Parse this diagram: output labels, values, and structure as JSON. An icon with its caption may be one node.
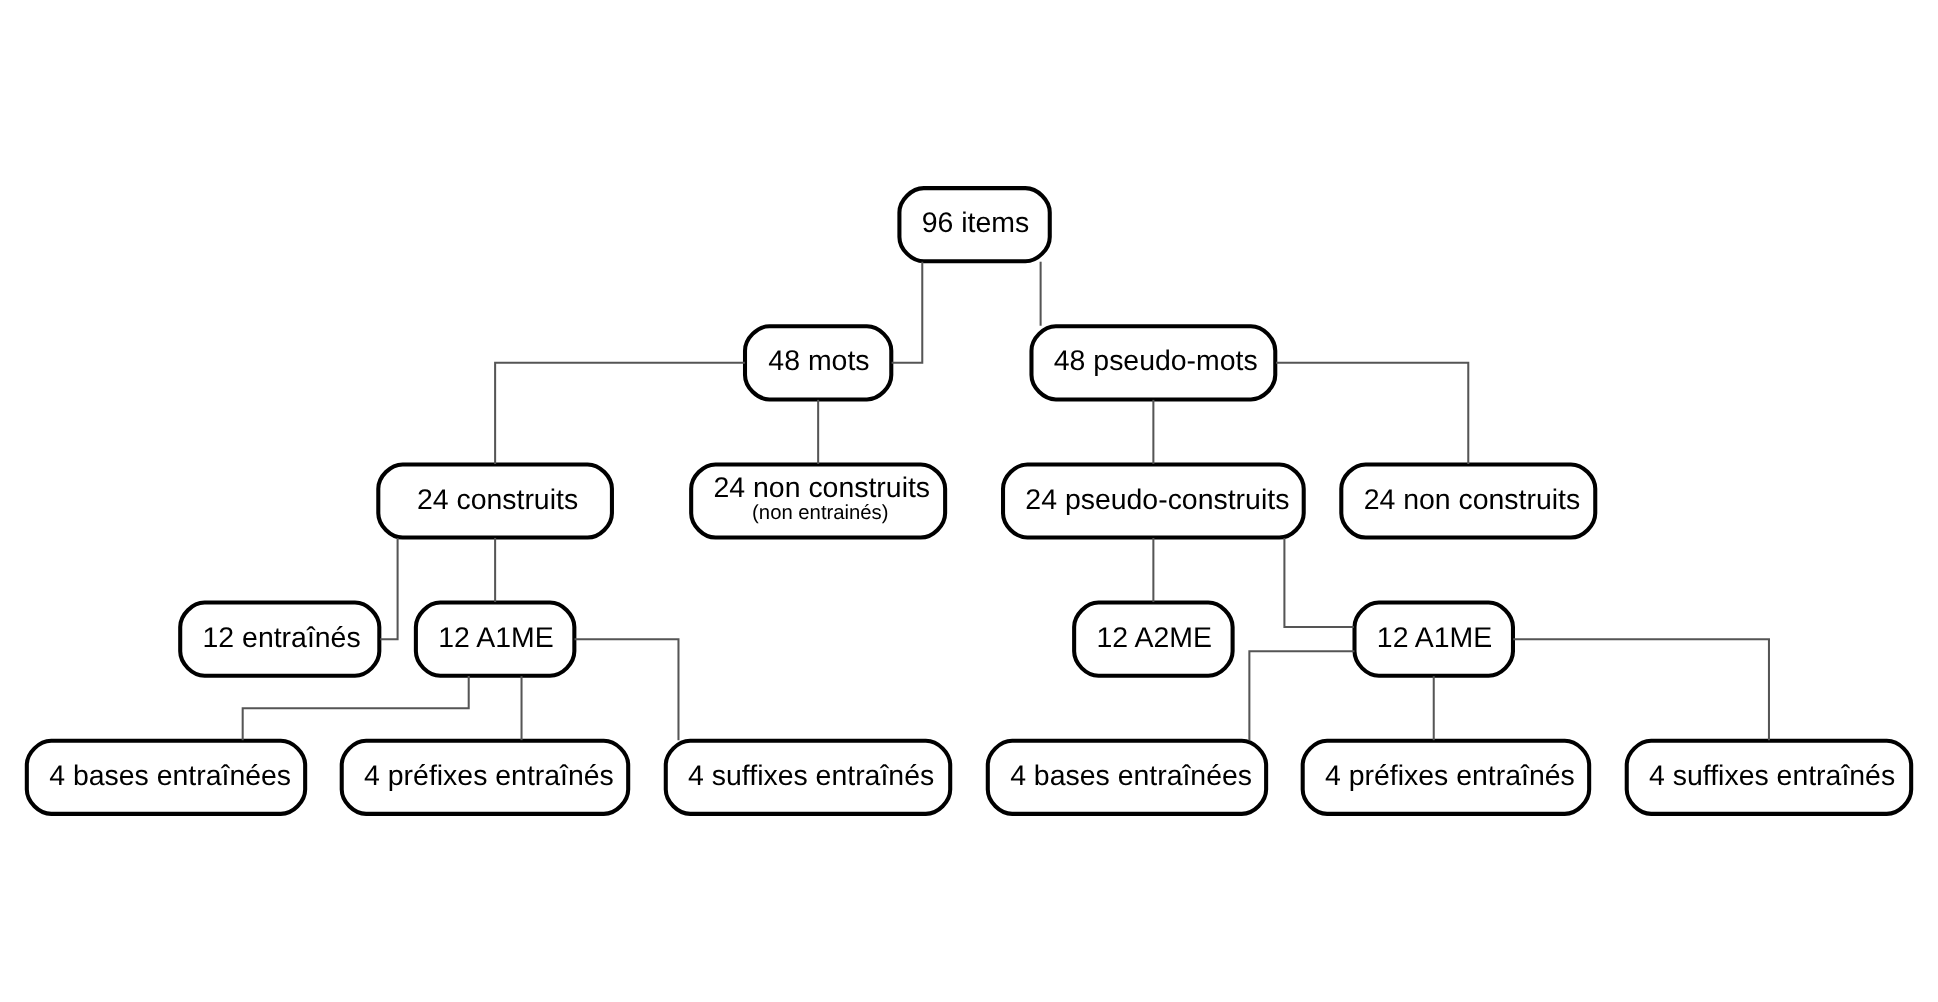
{
  "diagram": {
    "nodes": [
      {
        "text": [
          "96 items"
        ]
      },
      {
        "text": [
          "48 mots"
        ]
      },
      {
        "text": [
          "48 pseudo-mots"
        ]
      },
      {
        "text": [
          "24 construits"
        ]
      },
      {
        "text": [
          "24 non construits",
          "(non entrainés)"
        ]
      },
      {
        "text": [
          "24 pseudo-construits"
        ]
      },
      {
        "text": [
          "24 non construits"
        ]
      },
      {
        "text": [
          "12 entraînés"
        ]
      },
      {
        "text": [
          "12 A1ME"
        ]
      },
      {
        "text": [
          "12 A2ME"
        ]
      },
      {
        "text": [
          "12 A1ME"
        ]
      },
      {
        "text": [
          "4 bases entraînées"
        ]
      },
      {
        "text": [
          "4 préfixes entraînés"
        ]
      },
      {
        "text": [
          "4 suffixes entraînés"
        ]
      },
      {
        "text": [
          "4 bases entraînées"
        ]
      },
      {
        "text": [
          "4 préfixes entraînés"
        ]
      },
      {
        "text": [
          "4 suffixes entraînés"
        ]
      }
    ],
    "edges": [
      {
        "from": 0,
        "to": 1,
        "arrow": "none"
      },
      {
        "from": 0,
        "to": 2,
        "arrow": "none"
      },
      {
        "from": 1,
        "to": 3,
        "arrow": "none"
      },
      {
        "from": 1,
        "to": 4,
        "arrow": "none"
      },
      {
        "from": 2,
        "to": 5,
        "arrow": "none"
      },
      {
        "from": 2,
        "to": 6,
        "arrow": "none"
      },
      {
        "from": 3,
        "to": 7,
        "arrow": "none"
      },
      {
        "from": 3,
        "to": 8,
        "arrow": "none"
      },
      {
        "from": 5,
        "to": 9,
        "arrow": "none"
      },
      {
        "from": 5,
        "to": 10,
        "arrow": "none"
      },
      {
        "from": 8,
        "to": 11,
        "arrow": "none"
      },
      {
        "from": 8,
        "to": 12,
        "arrow": "none"
      },
      {
        "from": 8,
        "to": 13,
        "arrow": "none"
      },
      {
        "from": 10,
        "to": 14,
        "arrow": "none"
      },
      {
        "from": 10,
        "to": 15,
        "arrow": "none"
      },
      {
        "from": 10,
        "to": 16,
        "arrow": "none"
      }
    ]
  }
}
